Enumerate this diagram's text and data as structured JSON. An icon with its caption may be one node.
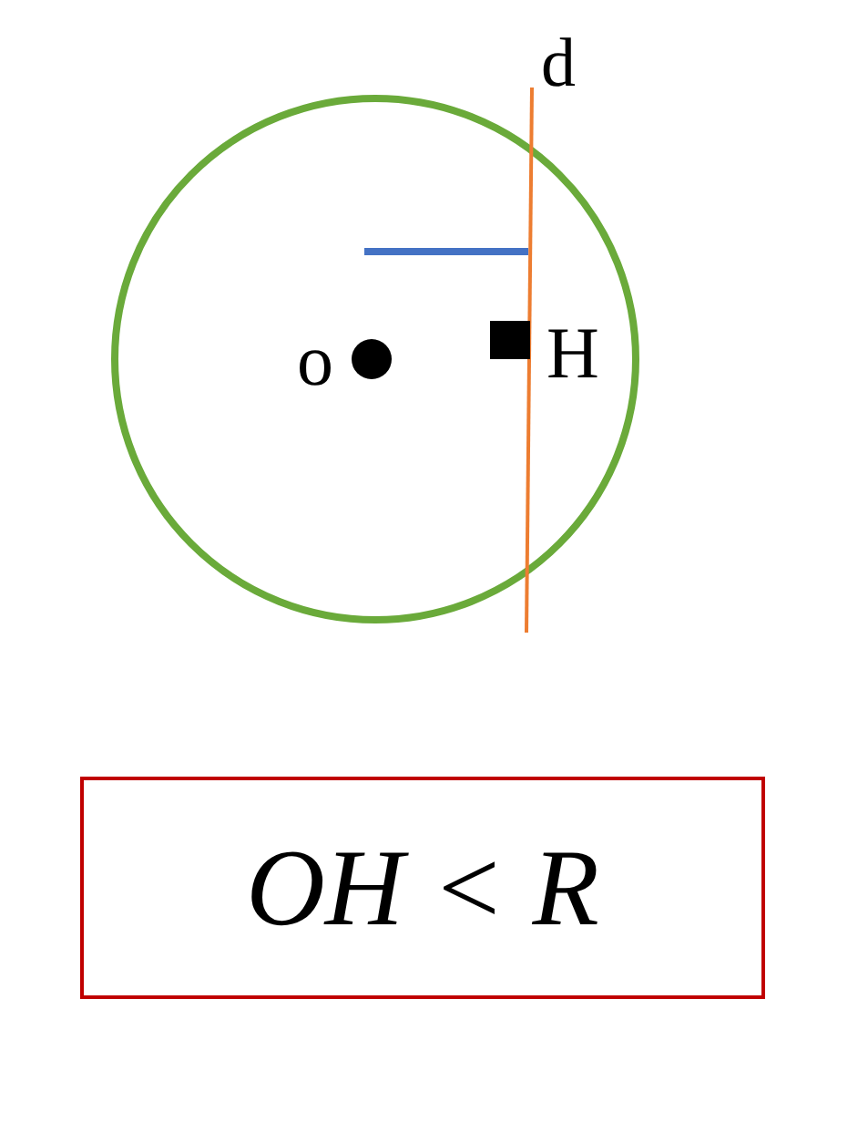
{
  "diagram": {
    "nodes": [
      {
        "text": [
          "OH < R"
        ]
      }
    ],
    "edges": [],
    "labels": [
      "d",
      "o",
      "H"
    ]
  }
}
